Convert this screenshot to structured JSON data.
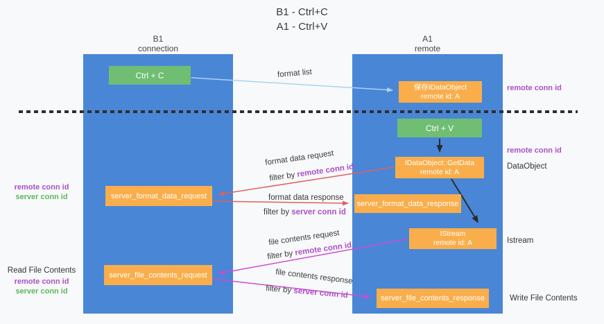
{
  "title": {
    "line1": "B1 - Ctrl+C",
    "line2": "A1 - Ctrl+V"
  },
  "lanes": {
    "left": {
      "name": "B1",
      "subtitle": "connection"
    },
    "right": {
      "name": "A1",
      "subtitle": "remote"
    }
  },
  "nodes": {
    "ctrl_c": "Ctrl + C",
    "save_idataobject": {
      "line1": "保存IDataObject",
      "line2": "remote id: A"
    },
    "ctrl_v": "Ctrl + V",
    "getdata": {
      "line1": "IDataObject::GetData",
      "line2": "remote id: A"
    },
    "format_request": "server_format_data_request",
    "format_response": "server_format_data_response",
    "istream": {
      "line1": "IStream",
      "line2": "remote id: A"
    },
    "file_request": "server_file_contents_request",
    "file_response": "server_file_contents_response"
  },
  "edges": {
    "format_list": {
      "label": "format list"
    },
    "format_data_request": {
      "label": "format data request",
      "filter_prefix": "filter by ",
      "filter_key": "remote conn id"
    },
    "format_data_response": {
      "label": "format data response",
      "filter_prefix": "filter by ",
      "filter_key": "server conn id"
    },
    "file_contents_request": {
      "label": "file contents request",
      "filter_prefix": "filter by ",
      "filter_key": "remote conn id"
    },
    "file_contents_response": {
      "label": "file contents response",
      "filter_prefix": "filter by ",
      "filter_key": "server conn id"
    }
  },
  "side_labels": {
    "right_remote_conn_top": "remote conn id",
    "right_remote_conn_mid": "remote conn id",
    "dataobject": "DataObject",
    "istream": "Istream",
    "write_file_contents": "Write File Contents",
    "left_upper": {
      "remote": "remote conn id",
      "server": "server conn id"
    },
    "read_file_contents": "Read File Contents",
    "left_lower": {
      "remote": "remote conn id",
      "server": "server conn id"
    }
  },
  "colors": {
    "lane_blue": "#4a86d6",
    "box_green": "#6fbe74",
    "box_orange": "#f9ae4b",
    "arrow_red": "#e06060",
    "arrow_magenta": "#cf4ad2",
    "arrow_lightblue": "#a8d4f2",
    "arrow_black": "#2b2b2b",
    "text_purple": "#ab50c8",
    "text_green": "#5cb85c",
    "dash_black": "#2e2e2e",
    "background": "#f8f9fa"
  }
}
